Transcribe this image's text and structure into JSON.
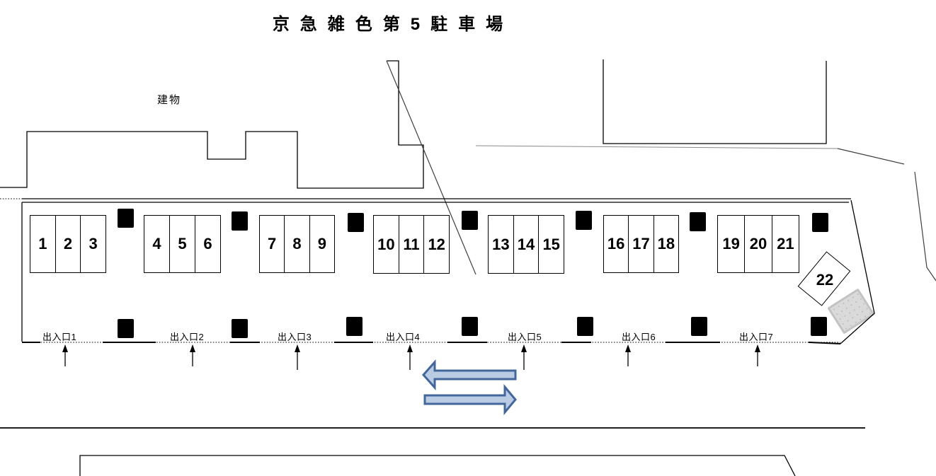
{
  "title": "京急雑色第5駐車場",
  "building": {
    "label": "建物"
  },
  "parking": {
    "groups": [
      {
        "stalls": [
          "1",
          "2",
          "3"
        ]
      },
      {
        "stalls": [
          "4",
          "5",
          "6"
        ]
      },
      {
        "stalls": [
          "7",
          "8",
          "9"
        ]
      },
      {
        "stalls": [
          "10",
          "11",
          "12"
        ]
      },
      {
        "stalls": [
          "13",
          "14",
          "15"
        ]
      },
      {
        "stalls": [
          "16",
          "17",
          "18"
        ]
      },
      {
        "stalls": [
          "19",
          "20",
          "21"
        ]
      }
    ],
    "rotated_stall": {
      "label": "22"
    }
  },
  "entrances": [
    {
      "label": "出入口1"
    },
    {
      "label": "出入口2"
    },
    {
      "label": "出入口3"
    },
    {
      "label": "出入口4"
    },
    {
      "label": "出入口5"
    },
    {
      "label": "出入口6"
    },
    {
      "label": "出入口7"
    }
  ],
  "colors": {
    "arrow_fill": "#b9cce4",
    "arrow_border": "#44679b",
    "block_fill": "#dadada",
    "block_border": "#c3c3c3",
    "block_dot": "#c0c0c0"
  }
}
